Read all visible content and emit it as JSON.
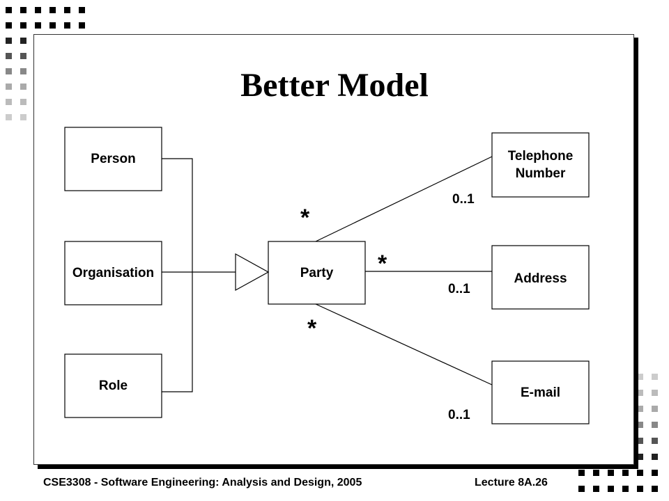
{
  "slide": {
    "title": "Better Model",
    "footer_left": "CSE3308 - Software Engineering: Analysis and Design, 2005",
    "footer_right": "Lecture  8A.26"
  },
  "diagram": {
    "classes": {
      "person": "Person",
      "organisation": "Organisation",
      "role": "Role",
      "party": "Party",
      "telephone_line1": "Telephone",
      "telephone_line2": "Number",
      "address": "Address",
      "email": "E-mail"
    },
    "multiplicities": {
      "party_to_telephone": "*",
      "party_to_address": "*",
      "party_to_email": "*",
      "telephone": "0..1",
      "address": "0..1",
      "email": "0..1"
    }
  }
}
